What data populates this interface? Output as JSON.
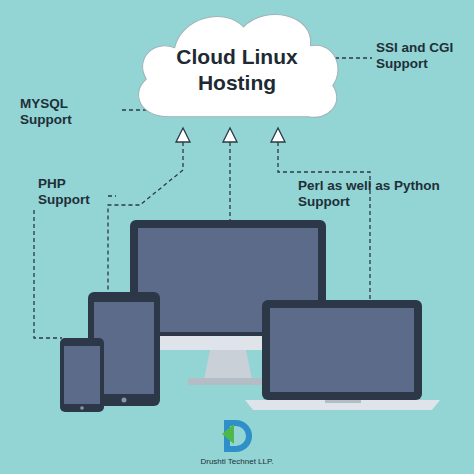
{
  "diagram": {
    "nodes": [
      {
        "text": [
          "Cloud Linux Hosting"
        ]
      }
    ],
    "labels": [
      "MYSQL Support",
      "SSI and CGI Support",
      "PHP Support",
      "Perl as well as Python Support",
      "Drushti Technet LLP."
    ]
  }
}
